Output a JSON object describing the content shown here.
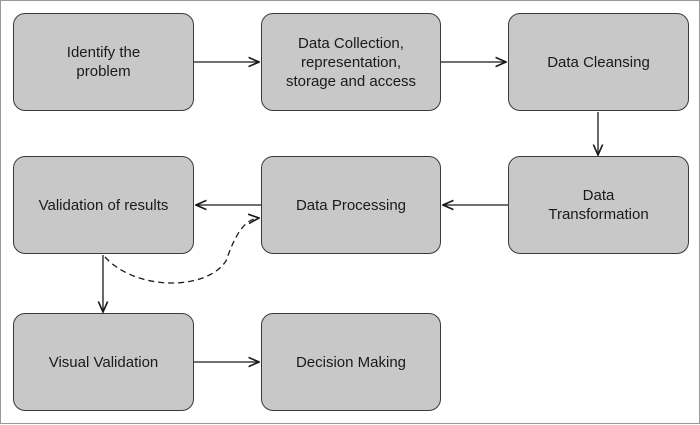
{
  "diagram": {
    "nodes": [
      {
        "id": "identify",
        "label": "Identify the\nproblem"
      },
      {
        "id": "collection",
        "label": "Data Collection,\nrepresentation,\nstorage and access"
      },
      {
        "id": "cleansing",
        "label": "Data Cleansing"
      },
      {
        "id": "validation",
        "label": "Validation of results"
      },
      {
        "id": "processing",
        "label": "Data Processing"
      },
      {
        "id": "transformation",
        "label": "Data\nTransformation"
      },
      {
        "id": "visual",
        "label": "Visual Validation"
      },
      {
        "id": "decision",
        "label": "Decision Making"
      }
    ],
    "edges": [
      {
        "from": "identify",
        "to": "collection",
        "style": "solid"
      },
      {
        "from": "collection",
        "to": "cleansing",
        "style": "solid"
      },
      {
        "from": "cleansing",
        "to": "transformation",
        "style": "solid"
      },
      {
        "from": "transformation",
        "to": "processing",
        "style": "solid"
      },
      {
        "from": "processing",
        "to": "validation",
        "style": "solid"
      },
      {
        "from": "validation",
        "to": "processing",
        "style": "dashed"
      },
      {
        "from": "validation",
        "to": "visual",
        "style": "solid"
      },
      {
        "from": "visual",
        "to": "decision",
        "style": "solid"
      }
    ],
    "colors": {
      "box_fill": "#c8c8c8",
      "box_border": "#3a3a3a",
      "arrow": "#1a1a1a"
    }
  }
}
